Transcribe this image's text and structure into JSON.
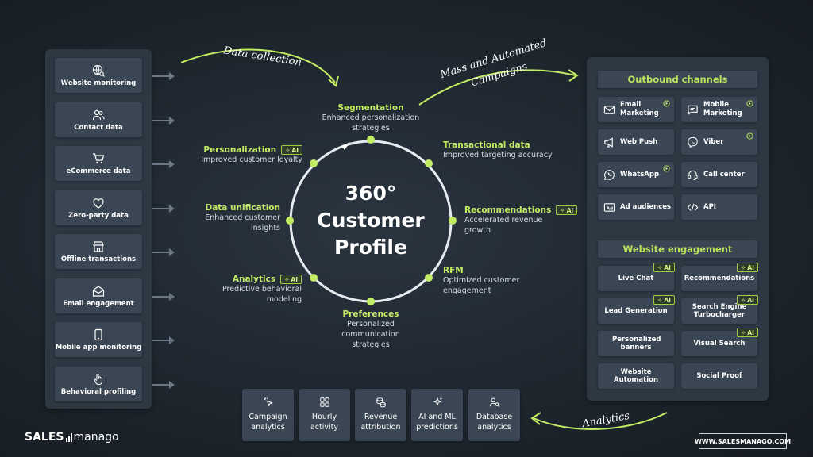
{
  "flow_labels": {
    "data_collection": "Data collection",
    "mass_campaigns_line1": "Mass and Automated",
    "mass_campaigns_line2": "Campaigns",
    "analytics": "Analytics"
  },
  "sources": [
    {
      "label": "Website monitoring",
      "icon": "globe-search-icon"
    },
    {
      "label": "Contact data",
      "icon": "users-icon"
    },
    {
      "label": "eCommerce data",
      "icon": "cart-icon"
    },
    {
      "label": "Zero-party data",
      "icon": "heart-icon"
    },
    {
      "label": "Offline transactions",
      "icon": "store-icon"
    },
    {
      "label": "Email engagement",
      "icon": "envelope-open-icon"
    },
    {
      "label": "Mobile app monitoring",
      "icon": "phone-icon"
    },
    {
      "label": "Behavioral profiling",
      "icon": "hand-pointer-icon"
    }
  ],
  "center": {
    "line1": "360°",
    "line2": "Customer",
    "line3": "Profile"
  },
  "nodes": {
    "segmentation": {
      "title": "Segmentation",
      "desc": [
        "Enhanced personalization",
        "strategies"
      ]
    },
    "transactional": {
      "title": "Transactional data",
      "desc": [
        "Improved targeting accuracy"
      ]
    },
    "recommendations": {
      "title": "Recommendations",
      "ai": "AI",
      "desc": [
        "Accelerated revenue",
        "growth"
      ]
    },
    "rfm": {
      "title": "RFM",
      "desc": [
        "Optimized customer",
        "engagement"
      ]
    },
    "preferences": {
      "title": "Preferences",
      "desc": [
        "Personalized",
        "communication",
        "strategies"
      ]
    },
    "analytics": {
      "title": "Analytics",
      "ai": "AI",
      "desc": [
        "Predictive behavioral",
        "modeling"
      ]
    },
    "unification": {
      "title": "Data unification",
      "desc": [
        "Enhanced customer",
        "insights"
      ]
    },
    "personalization": {
      "title": "Personalization",
      "ai": "AI",
      "desc": [
        "Improved customer loyalty"
      ]
    }
  },
  "outbound": {
    "title": "Outbound channels",
    "items": [
      {
        "label": "Email Marketing",
        "icon": "email-icon"
      },
      {
        "label": "Mobile Marketing",
        "icon": "chat-icon"
      },
      {
        "label": "Web Push",
        "icon": "megaphone-icon"
      },
      {
        "label": "Viber",
        "icon": "viber-icon"
      },
      {
        "label": "WhatsApp",
        "icon": "whatsapp-icon"
      },
      {
        "label": "Call center",
        "icon": "headset-icon"
      },
      {
        "label": "Ad audiences",
        "icon": "ad-icon"
      },
      {
        "label": "API",
        "icon": "code-icon"
      }
    ]
  },
  "website_engagement": {
    "title": "Website engagement",
    "items": [
      {
        "label": "Live Chat",
        "ai": "AI"
      },
      {
        "label": "Recommendations",
        "ai": "AI"
      },
      {
        "label": "Lead Generation",
        "ai": "AI"
      },
      {
        "label": "Search Engine Turbocharger",
        "ai": "AI"
      },
      {
        "label": "Personalized banners",
        "ai": ""
      },
      {
        "label": "Visual Search",
        "ai": "AI"
      },
      {
        "label": "Website Automation",
        "ai": ""
      },
      {
        "label": "Social Proof",
        "ai": ""
      }
    ]
  },
  "analytics_items": [
    {
      "label": "Campaign analytics",
      "icon": "cursor-click-icon"
    },
    {
      "label": "Hourly activity",
      "icon": "grid-icon"
    },
    {
      "label": "Revenue attribution",
      "icon": "coins-icon"
    },
    {
      "label": "AI and ML predictions",
      "icon": "sparkles-icon"
    },
    {
      "label": "Database analytics",
      "icon": "user-search-icon"
    }
  ],
  "brand": {
    "logo_bold": "SALES",
    "logo_thin": "manago",
    "url": "WWW.SALESMANAGO.COM"
  },
  "colors": {
    "accent_green": "#b7e45a",
    "panel": "#2e3843",
    "card": "#3a4653",
    "background": "#1d252d"
  }
}
